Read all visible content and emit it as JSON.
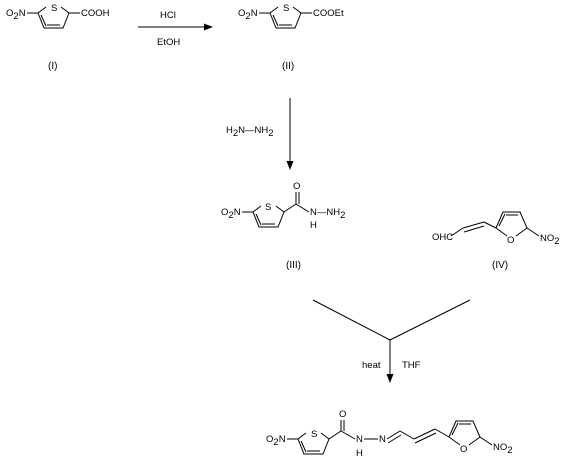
{
  "reaction_1": {
    "reagent_above": "HCl",
    "reagent_below": "EtOH"
  },
  "reaction_2": {
    "reagent": "H2N—NH2"
  },
  "reaction_3": {
    "condition_left": "heat",
    "condition_right": "THF"
  },
  "compounds": {
    "I": {
      "label": "(I)",
      "substituent_left": "O2N",
      "substituent_right": "COOH",
      "heteroatom": "S"
    },
    "II": {
      "label": "(II)",
      "substituent_left": "O2N",
      "substituent_right": "COOEt",
      "heteroatom": "S"
    },
    "III": {
      "label": "(III)",
      "substituent_left": "O2N",
      "heteroatom": "S",
      "carbonyl_o": "O",
      "hydrazide": "N—NH2",
      "hydrazide_h": "H"
    },
    "IV": {
      "label": "(IV)",
      "aldehyde": "OHC",
      "heteroatom": "O",
      "substituent_right": "NO2"
    },
    "product": {
      "substituent_left": "O2N",
      "heteroatom_s": "S",
      "carbonyl_o": "O",
      "n_link": "N",
      "n_h": "H",
      "n_imine": "N",
      "heteroatom_o": "O",
      "substituent_right": "NO2"
    }
  }
}
